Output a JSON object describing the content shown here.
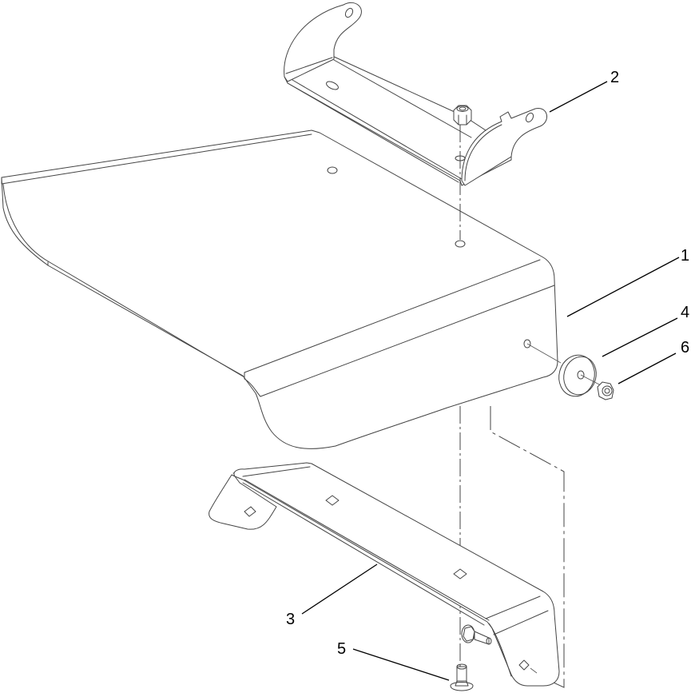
{
  "diagram": {
    "type": "exploded parts view",
    "subject": "Footrest assembly with mounting brackets",
    "line_color": "#444444",
    "background": "#ffffff"
  },
  "callouts": [
    {
      "number": "1",
      "part": "footrest-plate"
    },
    {
      "number": "2",
      "part": "upper-mounting-bracket"
    },
    {
      "number": "3",
      "part": "lower-support-bracket"
    },
    {
      "number": "4",
      "part": "flat-washer"
    },
    {
      "number": "5",
      "part": "carriage-bolt"
    },
    {
      "number": "6",
      "part": "lock-nut"
    }
  ]
}
